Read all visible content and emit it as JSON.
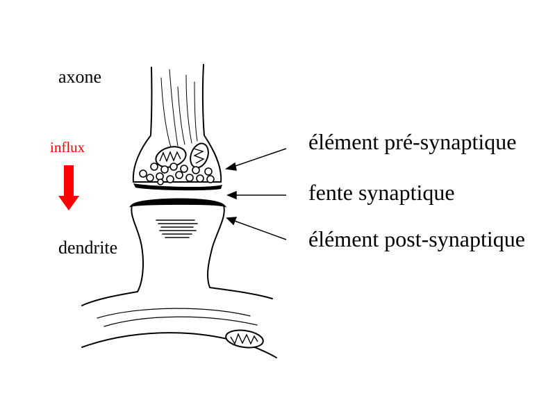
{
  "labels": {
    "axone": "axone",
    "influx": "influx",
    "dendrite": "dendrite",
    "pre": "élément pré-synaptique",
    "fente": "fente synaptique",
    "post": "élément post-synaptique"
  },
  "colors": {
    "ink": "#000000",
    "influx": "#ff0000",
    "background": "#ffffff"
  }
}
